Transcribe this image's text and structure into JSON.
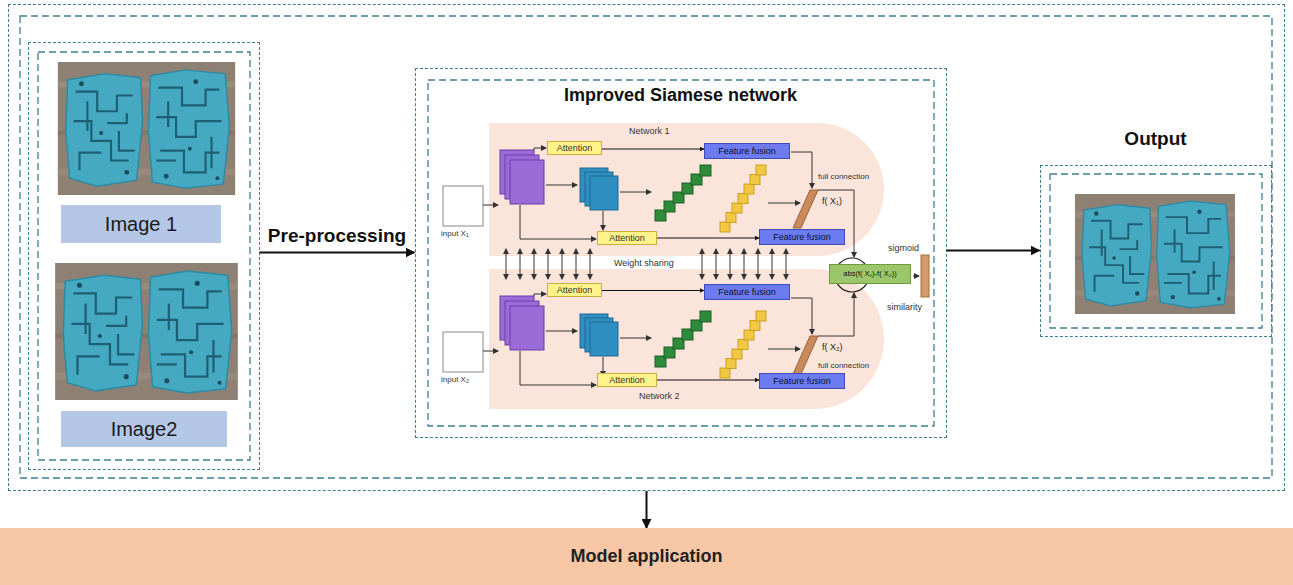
{
  "diagram": {
    "nodes": [
      {
        "text": []
      },
      {
        "text": [],
        "in": 0
      },
      {
        "text": [
          "Image 1"
        ],
        "in": 1
      },
      {
        "text": [
          "Image2"
        ],
        "in": 1
      },
      {
        "text": [
          "Improved Siamese network"
        ],
        "in": 0
      },
      {
        "text": [
          "Network 1"
        ],
        "in": 4
      },
      {
        "text": [
          "Attention"
        ],
        "in": 5
      },
      {
        "text": [
          "Feature fusion"
        ],
        "in": 5
      },
      {
        "text": [
          "Attention"
        ],
        "in": 5
      },
      {
        "text": [
          "Feature fusion"
        ],
        "in": 5
      },
      {
        "text": [
          "Network 2"
        ],
        "in": 4
      },
      {
        "text": [
          "Attention"
        ],
        "in": 10
      },
      {
        "text": [
          "Feature fusion"
        ],
        "in": 10
      },
      {
        "text": [
          "Attention"
        ],
        "in": 10
      },
      {
        "text": [
          "Feature fusion"
        ],
        "in": 10
      },
      {
        "text": [
          "abs(f( X₁)-f( X₂))"
        ],
        "in": 4
      },
      {
        "text": [
          "Output"
        ],
        "in": 0
      },
      {
        "text": [
          "Model application"
        ]
      }
    ],
    "edges": [
      {
        "from": 1,
        "to": 4,
        "label": "Pre-processing",
        "arrow": "to"
      },
      {
        "from": 4,
        "to": 16,
        "arrow": "to"
      },
      {
        "from": 0,
        "to": 17,
        "arrow": "to"
      },
      {
        "from": 6,
        "to": 7,
        "arrow": "to"
      },
      {
        "from": 8,
        "to": 9,
        "arrow": "to"
      },
      {
        "from": 11,
        "to": 12,
        "arrow": "to"
      },
      {
        "from": 13,
        "to": 14,
        "arrow": "to"
      }
    ],
    "labels": [
      "input X₁",
      "input X₂",
      "Weight sharing",
      "full connection",
      "f( X₁)",
      "full connection",
      "f( X₂)",
      "sigmoid",
      "similarity"
    ]
  }
}
